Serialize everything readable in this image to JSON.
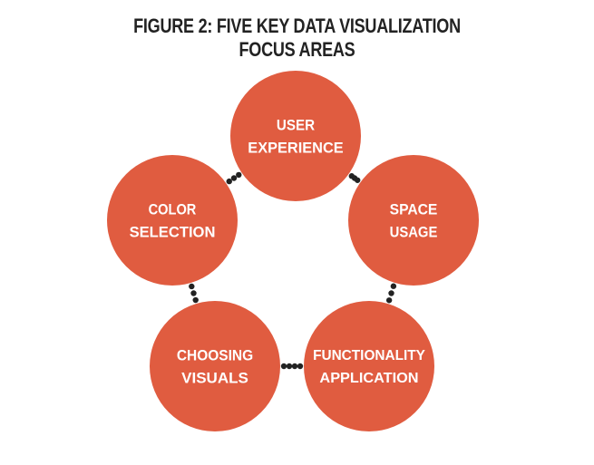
{
  "figure": {
    "title_line1": "FIGURE 2: FIVE KEY DATA VISUALIZATION",
    "title_line2": "FOCUS AREAS"
  },
  "colors": {
    "node_fill": "#e05c40",
    "dot_fill": "#222222",
    "title_color": "#222222",
    "label_color": "#ffffff"
  },
  "nodes": [
    {
      "id": "user-experience",
      "lines": [
        "USER",
        "EXPERIENCE"
      ]
    },
    {
      "id": "space-usage",
      "lines": [
        "SPACE",
        "USAGE"
      ]
    },
    {
      "id": "functionality-application",
      "lines": [
        "FUNCTIONALITY",
        "APPLICATION"
      ]
    },
    {
      "id": "choosing-visuals",
      "lines": [
        "CHOOSING",
        "VISUALS"
      ]
    },
    {
      "id": "color-selection",
      "lines": [
        "COLOR",
        "SELECTION"
      ]
    }
  ]
}
